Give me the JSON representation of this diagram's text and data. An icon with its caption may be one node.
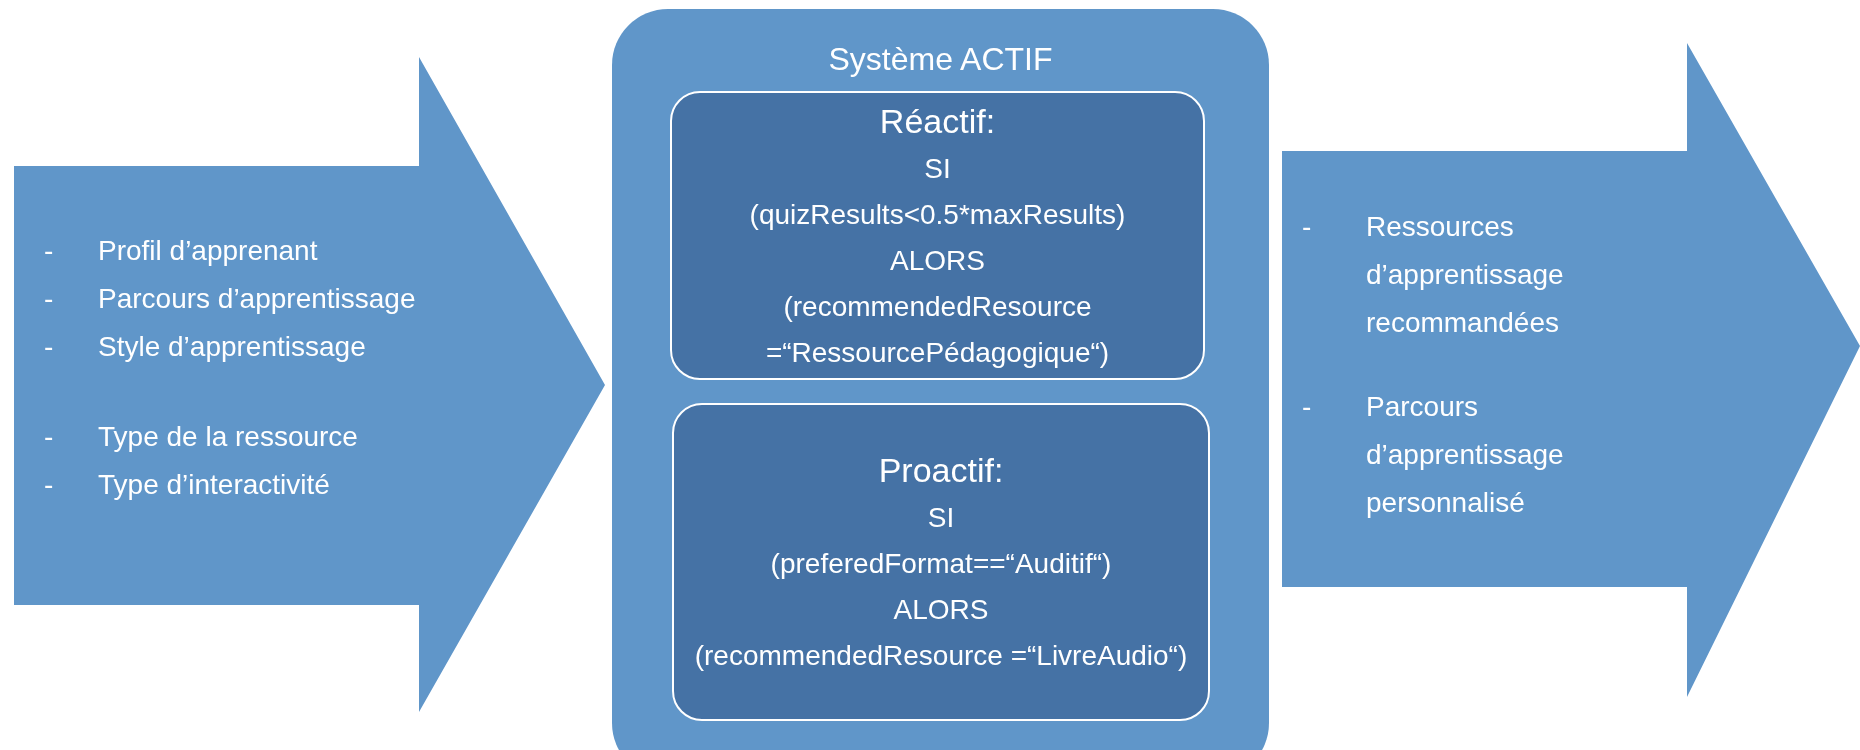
{
  "diagram": {
    "nodes": [
      {
        "text": [
          "-",
          "Profil d’apprenant",
          "-",
          "Parcours d’apprentissage",
          "-",
          "Style d’apprentissage",
          "-",
          "Type de la ressource",
          "-",
          "Type d’interactivité"
        ]
      },
      {
        "text": [
          "Système ACTIF"
        ]
      },
      {
        "text": [
          "Réactif:",
          "SI",
          "(quizResults<0.5*maxResults)",
          "ALORS",
          "(recommendedResource =“RessourcePédagogique“)"
        ],
        "in": 1
      },
      {
        "text": [
          "Proactif:",
          "SI",
          "(preferedFormat==“Auditif“)",
          "ALORS",
          "(recommendedResource =“LivreAudio“)"
        ],
        "in": 1
      },
      {
        "text": [
          "-",
          "Ressources d’apprentissage recommandées",
          "-",
          "Parcours d’apprentissage personnalisé"
        ]
      }
    ]
  }
}
